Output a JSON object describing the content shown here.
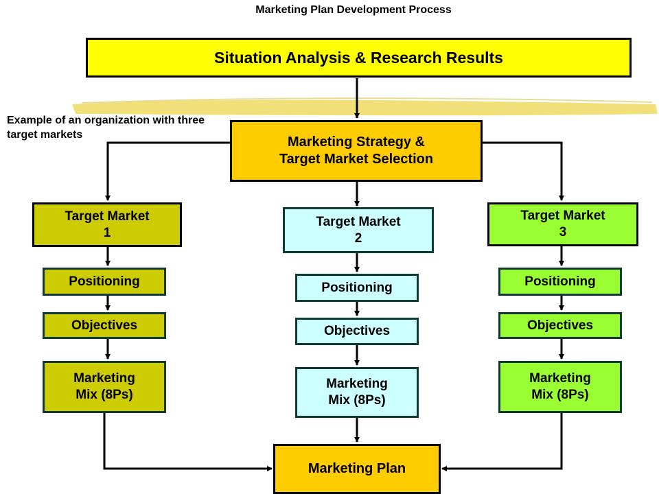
{
  "title": "Marketing Plan Development Process",
  "note": "Example of an organization with three target markets",
  "colors": {
    "top": "#ffff00",
    "strategy": "#ffcc00",
    "market1": "#cccc00",
    "market2": "#ccffff",
    "market3": "#99ff33",
    "plan": "#ffcc00",
    "highlighter": "#f0dd6a"
  },
  "situation": "Situation Analysis & Research Results",
  "strategy": "Marketing Strategy &\nTarget Market Selection",
  "markets": [
    {
      "name": "Target Market\n1",
      "positioning": "Positioning",
      "objectives": "Objectives",
      "mix": "Marketing\nMix (8Ps)"
    },
    {
      "name": "Target Market\n2",
      "positioning": "Positioning",
      "objectives": "Objectives",
      "mix": "Marketing\nMix (8Ps)"
    },
    {
      "name": "Target Market\n3",
      "positioning": "Positioning",
      "objectives": "Objectives",
      "mix": "Marketing\nMix (8Ps)"
    }
  ],
  "plan": "Marketing Plan"
}
